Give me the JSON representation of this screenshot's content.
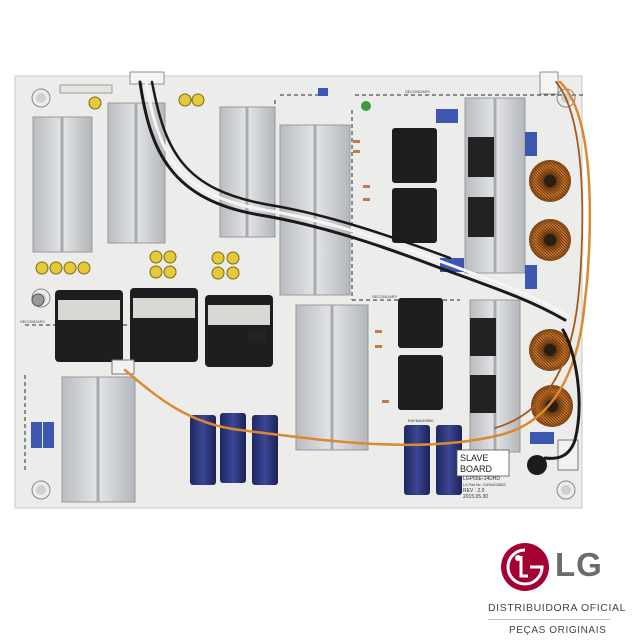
{
  "board": {
    "secondary_labels": [
      "SECONDARY",
      "SECONDARY",
      "SECONDARY"
    ],
    "slave_label_line1": "SLAVE",
    "slave_label_line2": "BOARD",
    "model": "EAY64049300",
    "model_code": "LGP65E-14UHD",
    "part_no": "LG Part No : EAY64228802",
    "rev": "REV : 2.0",
    "date": "2015.05.30"
  },
  "brand": {
    "logo_text": "LG",
    "tagline": "DISTRIBUIDORA OFICIAL",
    "subtagline": "PEÇAS ORIGINAIS",
    "logo_color": "#A50034"
  },
  "colors": {
    "pcb": "#ecedea",
    "heatsink": "#cfd1d4",
    "transformer": "#1e1e1e",
    "capacitor": "#2a3472",
    "toroid": "#b4611c",
    "wire_orange": "#d9892f"
  }
}
